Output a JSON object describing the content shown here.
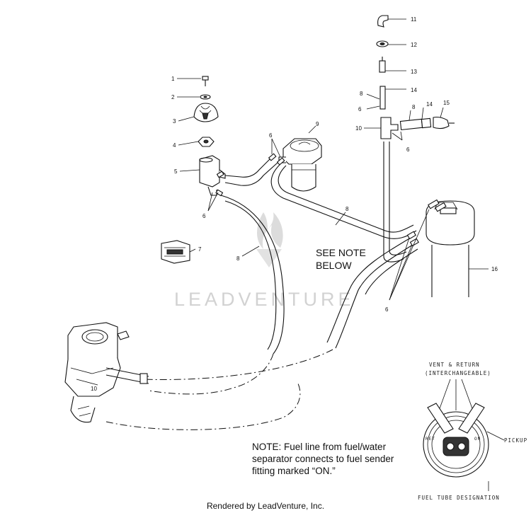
{
  "callouts": {
    "c1": "1",
    "c2": "2",
    "c3": "3",
    "c4": "4",
    "c5": "5",
    "c6a": "6",
    "c6b": "6",
    "c6c": "6",
    "c6d": "6",
    "c6e": "6",
    "c7": "7",
    "c8a": "8",
    "c8b": "8",
    "c8c": "8",
    "c8d": "8",
    "c9": "9",
    "c10": "10",
    "c10b": "10",
    "c11": "11",
    "c12": "12",
    "c13": "13",
    "c14": "14",
    "c14b": "14",
    "c15": "15",
    "c16": "16"
  },
  "see_note": {
    "line1": "SEE NOTE",
    "line2": "BELOW"
  },
  "note": {
    "line1": "NOTE:  Fuel line from fuel/water",
    "line2": "separator connects to fuel sender",
    "line3": "fitting marked “ON.”"
  },
  "inset": {
    "title1": "VENT & RETURN",
    "title2": "(INTERCHANGEABLE)",
    "pickup": "PICKUP",
    "designation": "FUEL TUBE DESIGNATION"
  },
  "watermark": "LEADVENTURE",
  "footer": "Rendered by LeadVenture, Inc."
}
